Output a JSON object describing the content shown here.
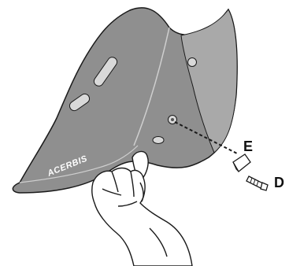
{
  "illustration": {
    "brand_logo": "ACERBIS",
    "callouts": [
      {
        "id": "E",
        "label": "E"
      },
      {
        "id": "D",
        "label": "D"
      }
    ],
    "colors": {
      "skid_plate": "#8f8f8f",
      "skid_plate_light": "#a9a9a9",
      "outline": "#1a1a1a",
      "text": "#111111",
      "logo_text": "#ffffff",
      "background": "#ffffff"
    }
  }
}
